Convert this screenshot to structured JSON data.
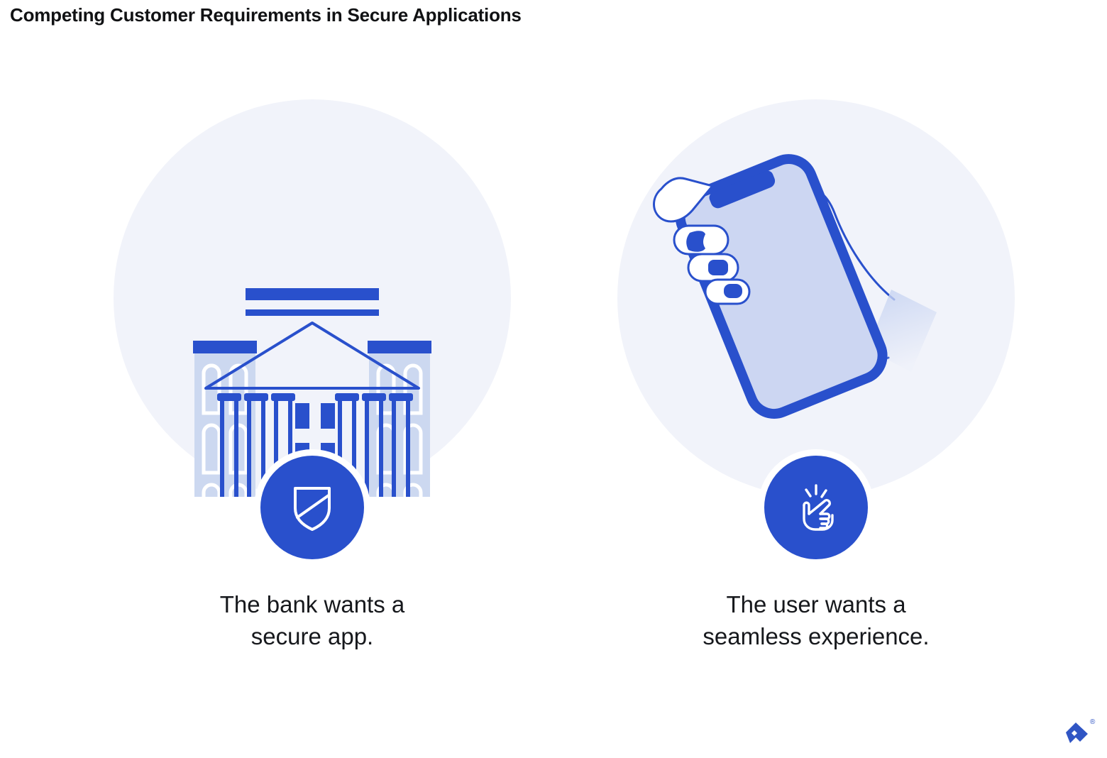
{
  "title": "Competing Customer Requirements in Secure Applications",
  "colors": {
    "brand_blue": "#2950cc",
    "disc_background": "#f1f3fa",
    "light_blue_fill": "#ccd8f0",
    "screen_fill": "#ccd6f2",
    "text": "#16181c",
    "page_background": "#ffffff"
  },
  "panels": [
    {
      "id": "bank",
      "illustration_name": "bank-building-illustration",
      "badge_icon": "shield-icon",
      "caption_lines": [
        "The bank wants a",
        "secure app."
      ]
    },
    {
      "id": "user",
      "illustration_name": "hand-holding-phone-illustration",
      "badge_icon": "tap-hand-icon",
      "caption_lines": [
        "The user wants a",
        "seamless experience."
      ]
    }
  ],
  "logo": {
    "name": "toptal-logo",
    "trademark": "®"
  }
}
